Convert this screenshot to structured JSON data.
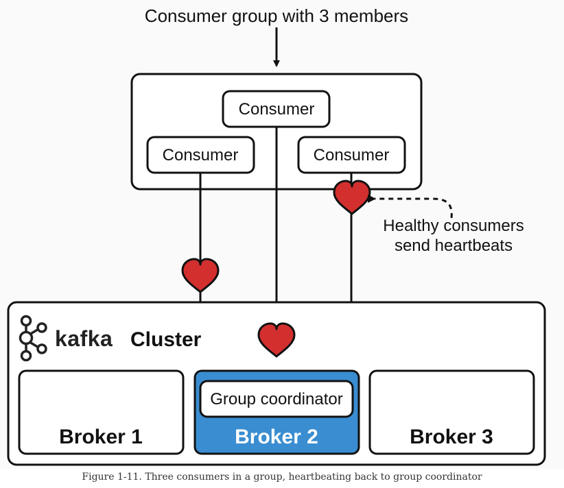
{
  "diagram": {
    "title": "Consumer group with 3 members",
    "consumers": [
      {
        "label": "Consumer"
      },
      {
        "label": "Consumer"
      },
      {
        "label": "Consumer"
      }
    ],
    "annotation": {
      "line1": "Healthy consumers",
      "line2": "send heartbeats"
    },
    "cluster": {
      "brand": "kafka",
      "label": "Cluster"
    },
    "brokers": [
      {
        "label": "Broker 1"
      },
      {
        "label": "Broker 2",
        "inner": "Group coordinator"
      },
      {
        "label": "Broker 3"
      }
    ],
    "colors": {
      "heart": "#d32f2f",
      "coordinator_fill": "#3a8dd0",
      "stroke": "#111111"
    }
  },
  "caption": "Figure 1-11. Three consumers in a group, heartbeating back to group coordinator"
}
